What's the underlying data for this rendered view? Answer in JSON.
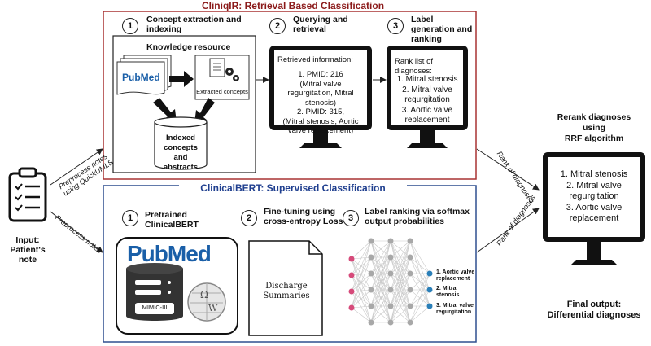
{
  "top_panel": {
    "title": "CliniqIR: Retrieval Based Classification",
    "step1": {
      "num": "1",
      "title": "Concept extraction and indexing"
    },
    "step2": {
      "num": "2",
      "title": "Querying and retrieval"
    },
    "step3": {
      "num": "3",
      "title": "Label generation and ranking"
    },
    "knowledge_resource": "Knowledge resource",
    "pubmed_label": "PubMed",
    "extracted_concepts": "Extracted concepts",
    "indexed": "Indexed concepts and abstracts",
    "retrieved": {
      "header": "Retrieved information:",
      "lines": [
        "1.    PMID: 216",
        "(Mitral valve",
        "regurgitation, Mitral",
        "stenosis)",
        "2. PMID: 315,",
        "(Mitral stenosis, Aortic",
        "valve replacement)"
      ]
    },
    "ranked": {
      "header": "Rank list of diagnoses:",
      "lines": [
        "1. Mitral stenosis",
        "2. Mitral valve",
        "regurgitation",
        "3. Aortic valve",
        "replacement"
      ]
    }
  },
  "bottom_panel": {
    "title": "ClinicalBERT: Supervised Classification",
    "step1": {
      "num": "1",
      "title": "Pretrained ClinicalBERT"
    },
    "step2": {
      "num": "2",
      "title": "Fine-tuning using cross-entropy Loss"
    },
    "step3": {
      "num": "3",
      "title": "Label ranking via softmax output probabilities"
    },
    "pubmed_label": "PubMed",
    "mimic": "MIMIC-III",
    "document": "Discharge Summaries",
    "outputs": [
      "1. Aortic valve replacement",
      "2. Mitral stenosis",
      "3. Mitral valve regurgitation"
    ]
  },
  "input": {
    "line1": "Input:",
    "line2": "Patient's note"
  },
  "edges": {
    "preprocess_top": "Preprocess notes using QuickUMLS",
    "preprocess_bottom": "Preprocess notes",
    "rank_top": "Rank of diagnoses",
    "rank_bottom": "Rank of diagnoses"
  },
  "rerank": {
    "line1": "Rerank diagnoses",
    "line2": "using",
    "line3": "RRF algorithm"
  },
  "final": {
    "lines": [
      "1. Mitral stenosis",
      "2. Mitral valve",
      "regurgitation",
      "3. Aortic valve",
      "replacement"
    ],
    "label1": "Final output:",
    "label2": "Differential diagnoses"
  },
  "colors": {
    "top_border": "#a83232",
    "top_title": "#8b1a1a",
    "bottom_border": "#2f4f8f",
    "bottom_title": "#1f3f8f",
    "node_pink": "#d64a7a",
    "node_gray": "#a8a8a8",
    "node_blue": "#2a7fb8",
    "pubmed_blue": "#1a5fa8"
  }
}
